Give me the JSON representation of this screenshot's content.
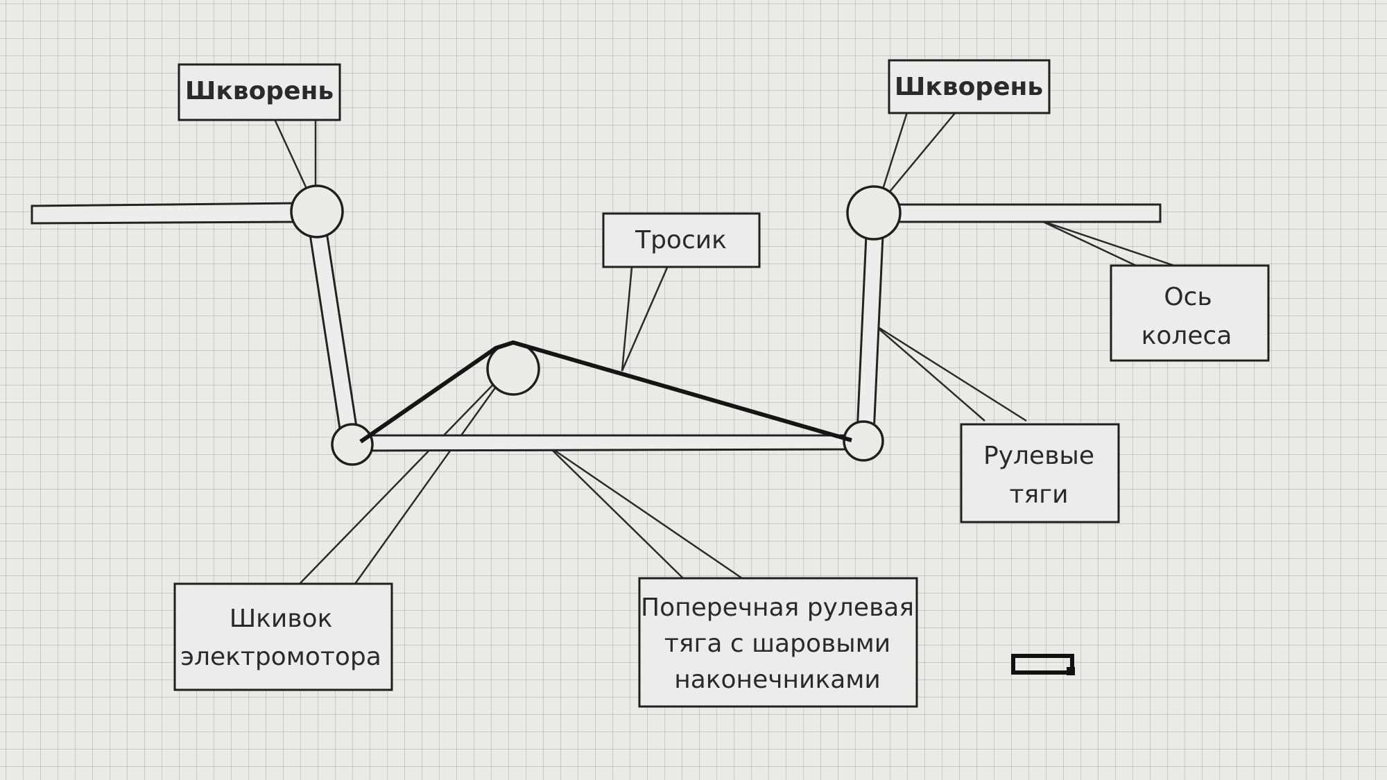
{
  "diagram": {
    "labels": {
      "kingpin_left": "Шкворень",
      "kingpin_right": "Шкворень",
      "cable": "Тросик",
      "wheel_axle": [
        "Ось",
        "колеса"
      ],
      "steering_rods": [
        "Рулевые",
        "тяги"
      ],
      "motor_pulley": [
        "Шкивок",
        "электромотора"
      ],
      "tie_rod": [
        "Поперечная рулевая",
        "тяга с шаровыми",
        "наконечниками"
      ]
    }
  }
}
